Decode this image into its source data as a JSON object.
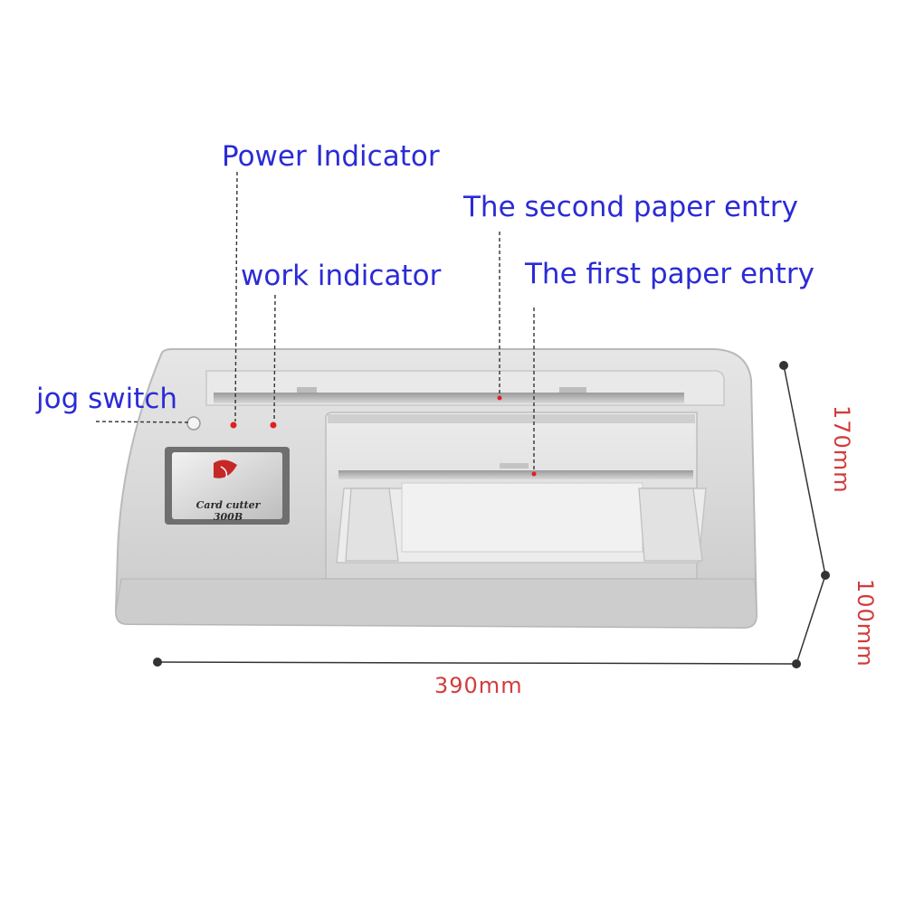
{
  "callouts": {
    "power_indicator": "Power Indicator",
    "work_indicator": "work indicator",
    "second_paper_entry": "The second paper entry",
    "first_paper_entry": "The first paper entry",
    "jog_switch": "jog switch"
  },
  "dimensions": {
    "width": "390mm",
    "depth": "170mm",
    "height": "100mm"
  },
  "device": {
    "panel_label": "Card cutter 300B"
  },
  "colors": {
    "callout_text": "#2b2bd6",
    "dimension_text": "#d23c3c",
    "body_grey": "#dcdcdc",
    "indicator_red": "#e02020"
  }
}
